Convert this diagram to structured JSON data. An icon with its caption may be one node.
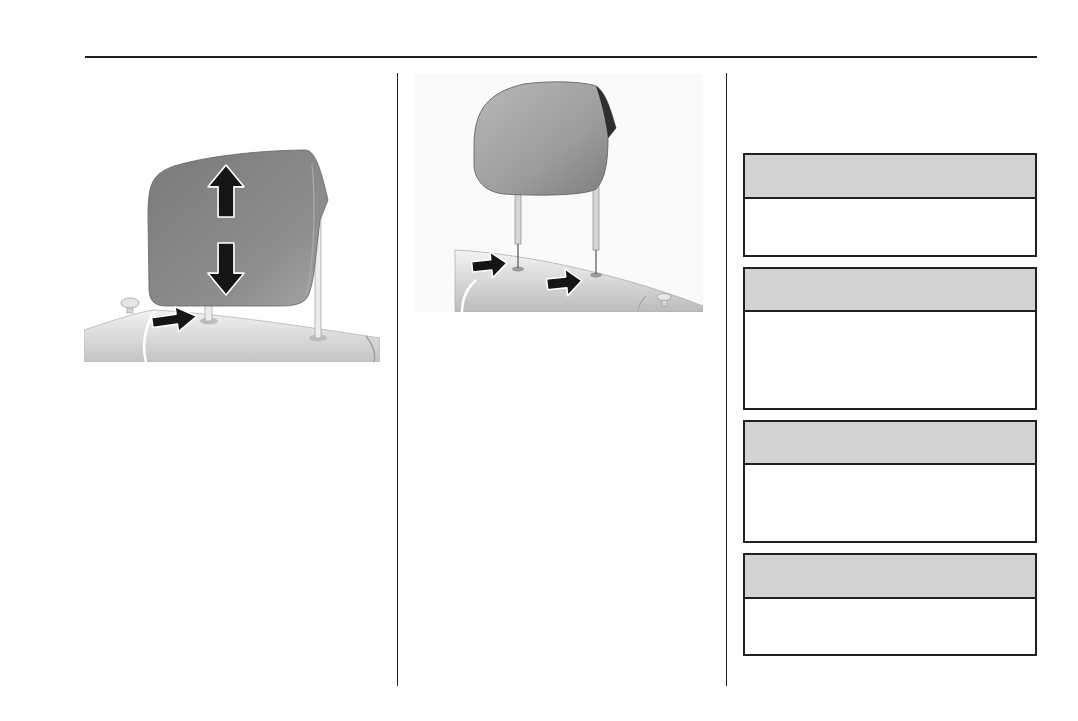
{
  "diagram": {
    "nodes": [
      {
        "text": [],
        "shape": "box"
      },
      {
        "text": [],
        "shape": "bar",
        "in": 0
      },
      {
        "text": [],
        "shape": "box"
      },
      {
        "text": [],
        "shape": "bar",
        "in": 2
      },
      {
        "text": [],
        "shape": "box"
      },
      {
        "text": [],
        "shape": "bar",
        "in": 4
      },
      {
        "text": [],
        "shape": "box"
      },
      {
        "text": [],
        "shape": "bar",
        "in": 6
      }
    ]
  }
}
